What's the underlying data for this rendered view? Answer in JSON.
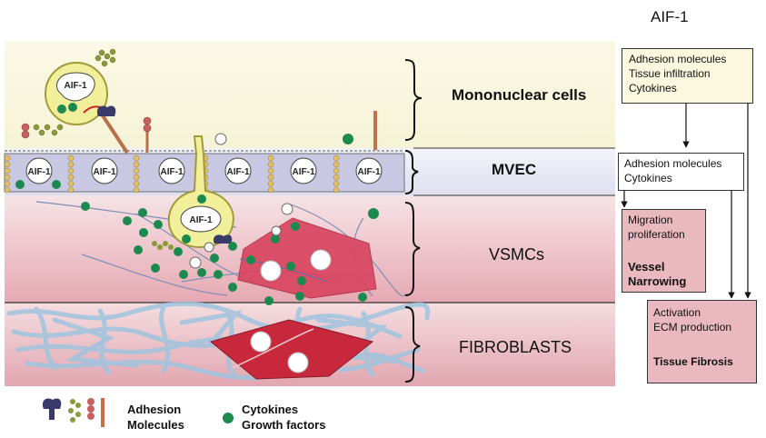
{
  "header": {
    "title": "AIF-1"
  },
  "layers": {
    "mononuclear": "Mononuclear cells",
    "mvec": "MVEC",
    "vsmc": "VSMCs",
    "fibroblast": "FIBROBLASTS"
  },
  "cell_label": "AIF-1",
  "boxes": {
    "mono": [
      "Adhesion  molecules",
      "Tissue infiltration",
      "Cytokines"
    ],
    "mvec": [
      "Adhesion molecules",
      "Cytokines"
    ],
    "vsmc": {
      "line1": "Migration",
      "line2": "proliferation",
      "result1": "Vessel",
      "result2": "Narrowing"
    },
    "fibro": {
      "line1": "Activation",
      "line2": "ECM production",
      "result": "Tissue Fibrosis"
    }
  },
  "legend": {
    "adhesion1": "Adhesion",
    "adhesion2": "Molecules",
    "cytokines1": "Cytokines",
    "cytokines2": "Growth factors"
  },
  "colors": {
    "mono_bg": "#f7f5dc",
    "mvec_bg": "#e6e6f2",
    "vsmc_bg": "#ecbcc4",
    "fibro_bg": "#e8b8bf",
    "cell_yellow": "#f2ef9a",
    "cytokine_green": "#1c8a4e",
    "box_pink": "#eab9c0",
    "fibroblast_red": "#c8283c"
  }
}
